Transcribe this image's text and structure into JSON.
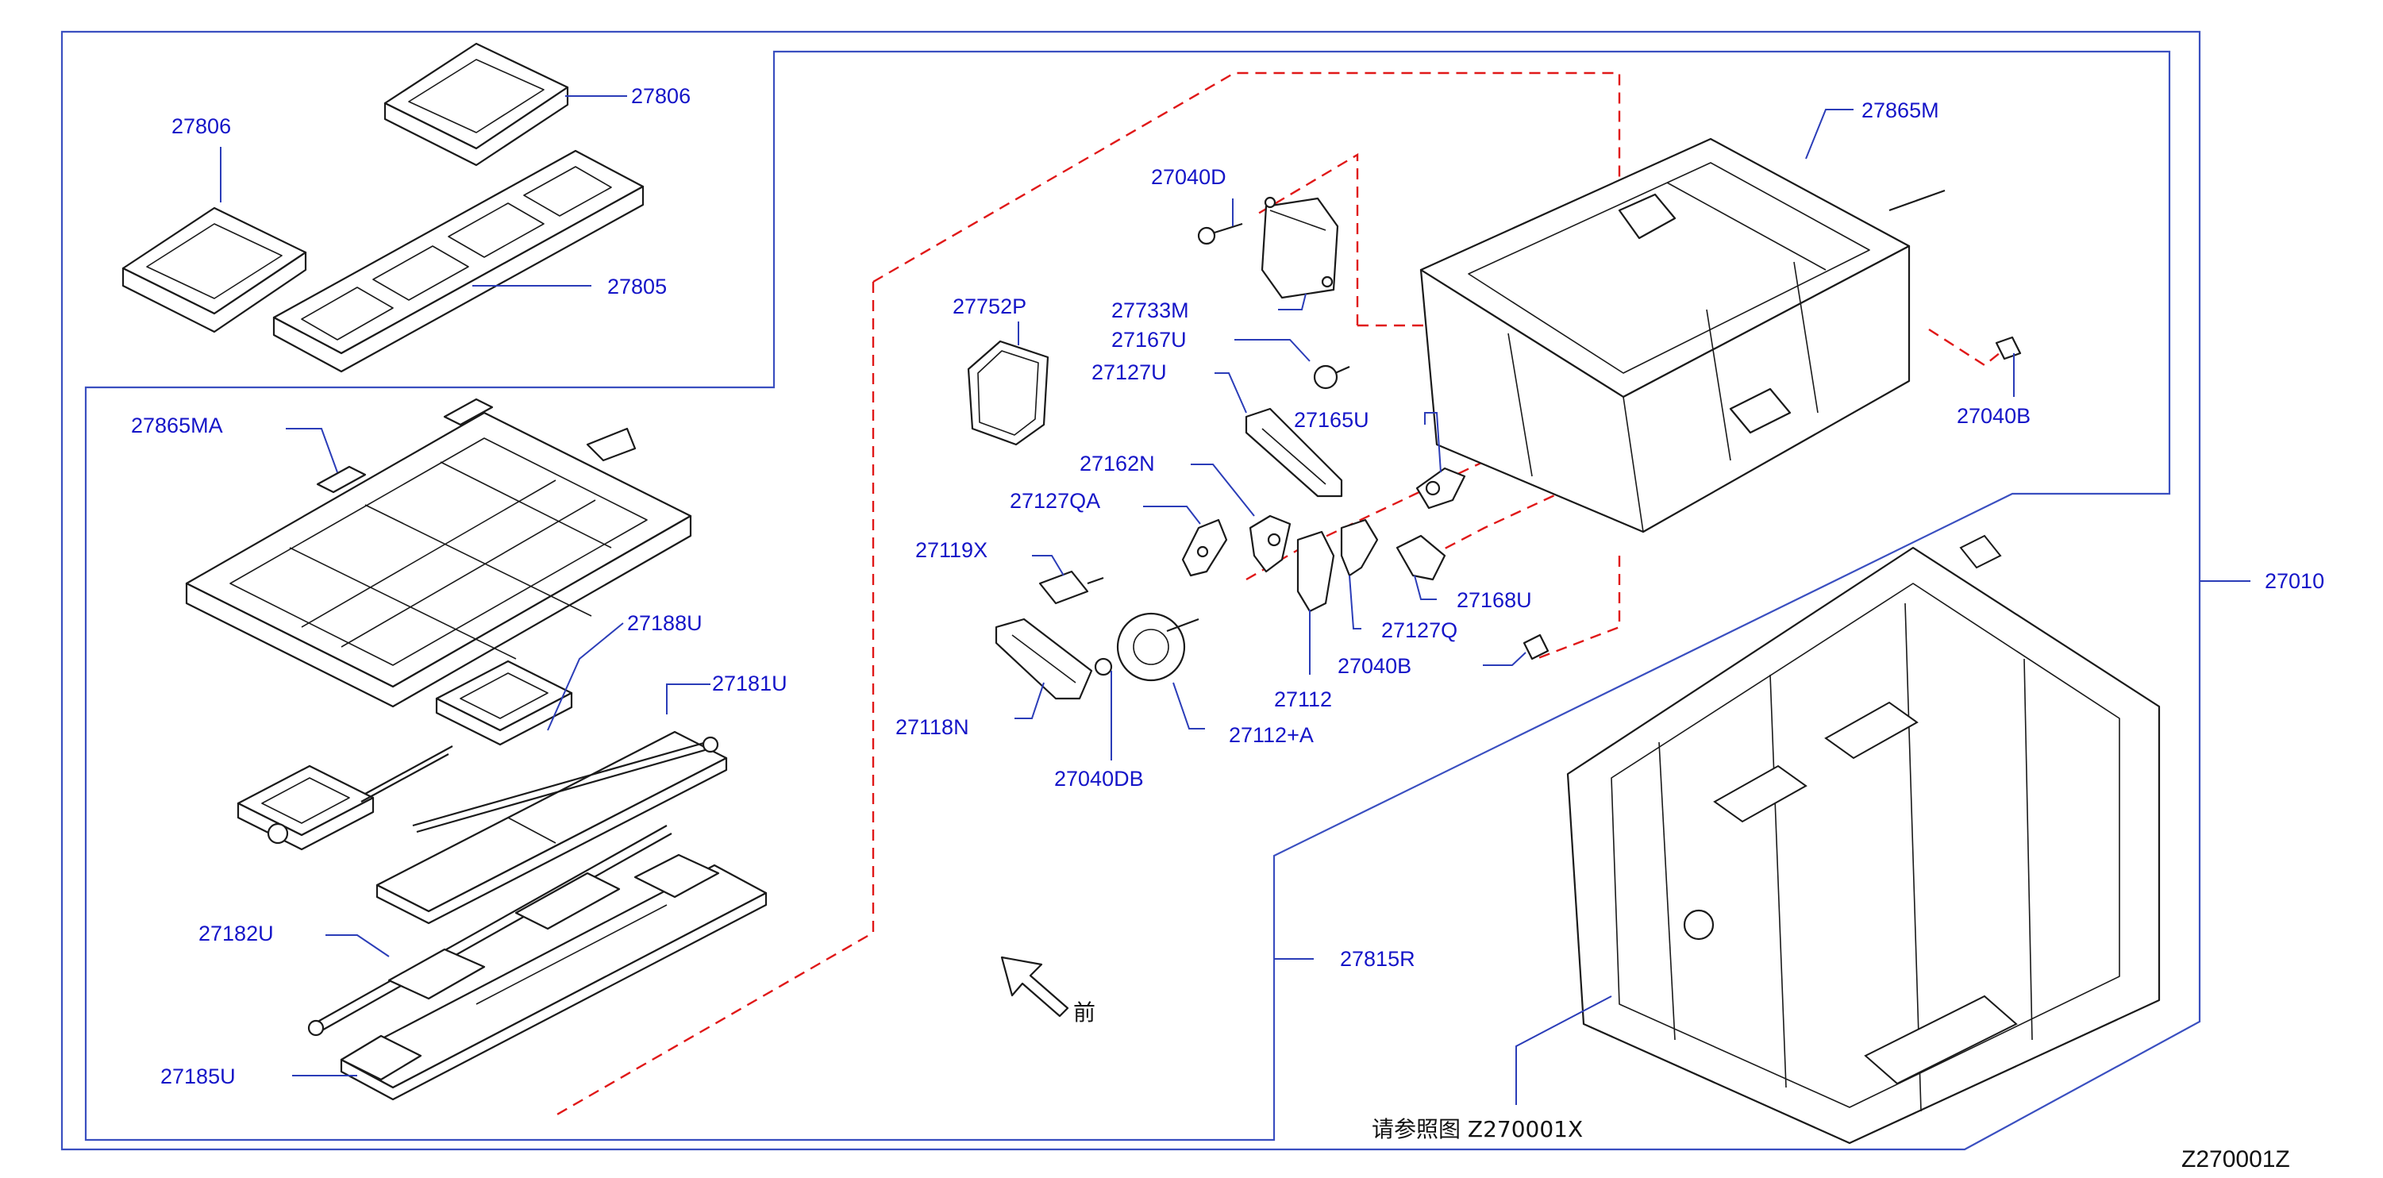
{
  "diagram": {
    "callouts": {
      "p27806_a": "27806",
      "p27806_b": "27806",
      "p27805": "27805",
      "p27865MA": "27865MA",
      "p27188U": "27188U",
      "p27181U": "27181U",
      "p27182U": "27182U",
      "p27185U": "27185U",
      "p27040D": "27040D",
      "p27733M": "27733M",
      "p27167U": "27167U",
      "p27752P": "27752P",
      "p27127U": "27127U",
      "p27165U": "27165U",
      "p27162N": "27162N",
      "p27127QA": "27127QA",
      "p27119X": "27119X",
      "p27118N": "27118N",
      "p27040DB": "27040DB",
      "p27112A": "27112+A",
      "p27112": "27112",
      "p27040B_a": "27040B",
      "p27127Q": "27127Q",
      "p27168U": "27168U",
      "p27040B_b": "27040B",
      "p27865M": "27865M",
      "p27010": "27010",
      "p27815R": "27815R"
    },
    "front_marker": "前",
    "reference_note": "请参照图 Z270001X",
    "figure_code": "Z270001Z"
  },
  "colors": {
    "callout_text": "#1515c8",
    "frame_line": "#3a4fc0",
    "dashed_group_line": "#e01818",
    "part_outline": "#1a1a1a"
  }
}
